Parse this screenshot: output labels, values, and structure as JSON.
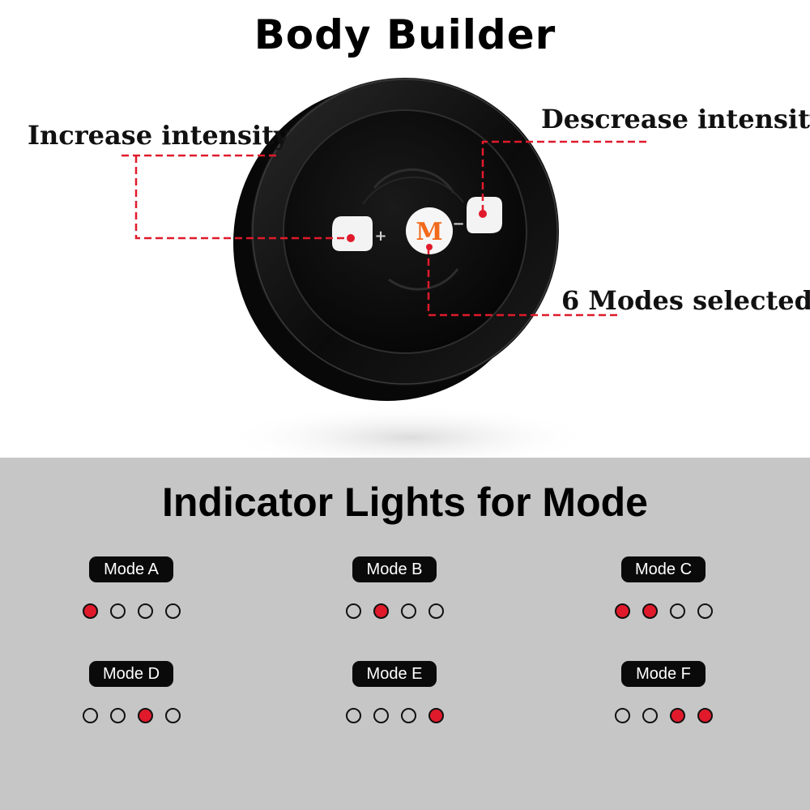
{
  "title": "Body Builder",
  "callouts": {
    "increase": "Increase intensity",
    "decrease": "Descrease intensity",
    "modes": "6 Modes selected"
  },
  "device": {
    "mode_button_letter": "M",
    "plus_sign": "+",
    "minus_sign": "−"
  },
  "indicator": {
    "title": "Indicator Lights for Mode",
    "modes": [
      {
        "label": "Mode A",
        "lights": [
          1,
          0,
          0,
          0
        ]
      },
      {
        "label": "Mode B",
        "lights": [
          0,
          1,
          0,
          0
        ]
      },
      {
        "label": "Mode C",
        "lights": [
          1,
          1,
          0,
          0
        ]
      },
      {
        "label": "Mode D",
        "lights": [
          0,
          0,
          1,
          0
        ]
      },
      {
        "label": "Mode E",
        "lights": [
          0,
          0,
          0,
          1
        ]
      },
      {
        "label": "Mode F",
        "lights": [
          0,
          0,
          1,
          1
        ]
      }
    ]
  },
  "colors": {
    "accent_red": "#e01a2b",
    "mode_letter_orange": "#f26a1b",
    "device_black": "#0e0e0e",
    "bottom_panel": "#c6c6c6"
  }
}
